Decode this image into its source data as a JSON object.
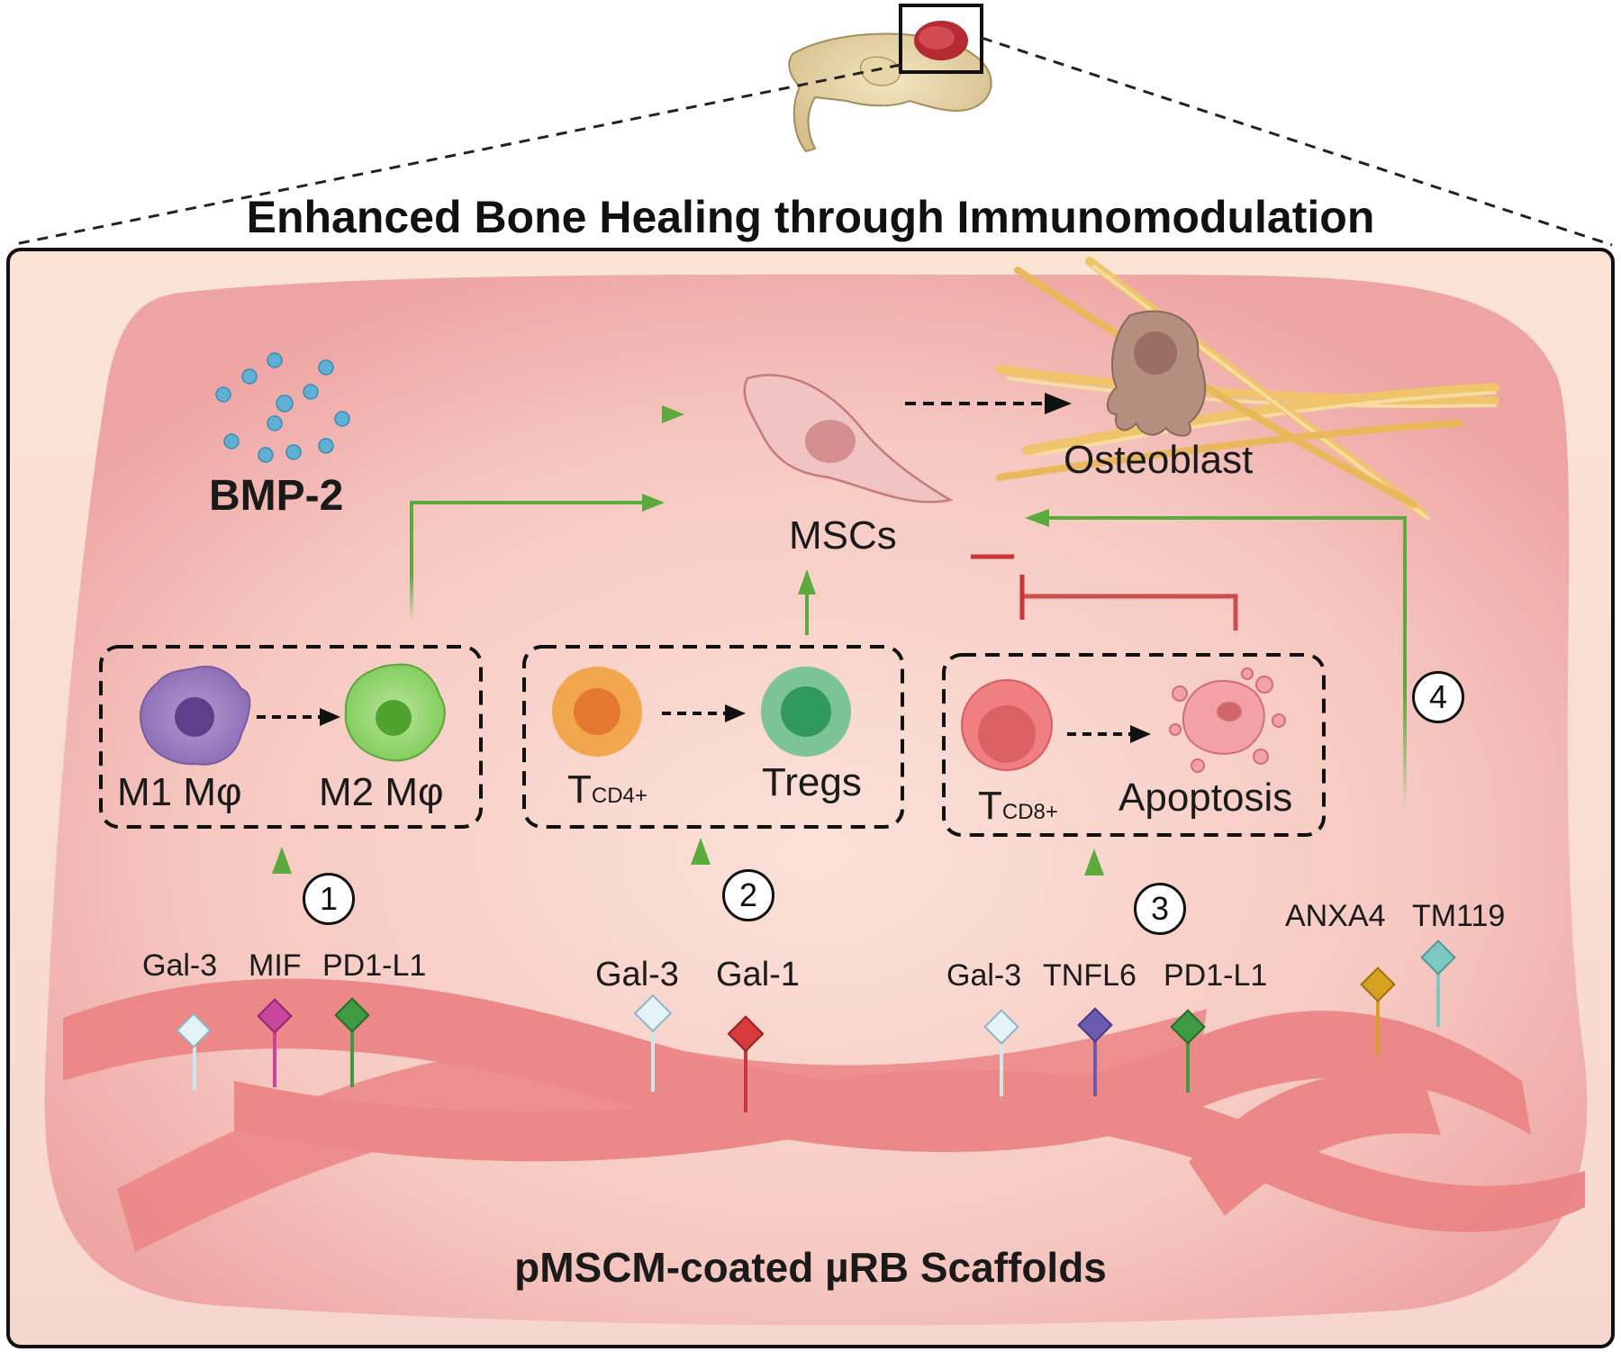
{
  "title": "Enhanced Bone Healing through Immunomodulation",
  "bmp_label": "BMP-2",
  "msc_label": "MSCs",
  "osteoblast_label": "Osteoblast",
  "boxes": {
    "macrophage": {
      "from": "M1 Mφ",
      "to": "M2 Mφ"
    },
    "tcell": {
      "from_main": "T",
      "from_sub": "CD4+",
      "to": "Tregs"
    },
    "cd8": {
      "from_main": "T",
      "from_sub": "CD8+",
      "to": "Apoptosis"
    }
  },
  "pathway_numbers": [
    "1",
    "2",
    "3",
    "4"
  ],
  "factors": {
    "group1": [
      "Gal-3",
      "MIF",
      "PD1-L1"
    ],
    "group2": [
      "Gal-3",
      "Gal-1"
    ],
    "group3": [
      "Gal-3",
      "TNFL6",
      "PD1-L1"
    ],
    "group4": [
      "ANXA4",
      "TM119"
    ]
  },
  "scaffold_label": "pMSCM-coated µRB Scaffolds",
  "colors": {
    "stimulate_arrow": "#5aab3c",
    "inhibit_arrow": "#c8363a",
    "tissue": "#f2b9b3",
    "scaffold": "#ec8585",
    "gal3": "#cde7ef",
    "mif": "#c9449b",
    "pdl1": "#3f9b42",
    "gal1": "#d63b3b",
    "tnfl6": "#6a5bb0",
    "anxa4": "#d8a020",
    "tm119": "#7cc9c3"
  }
}
